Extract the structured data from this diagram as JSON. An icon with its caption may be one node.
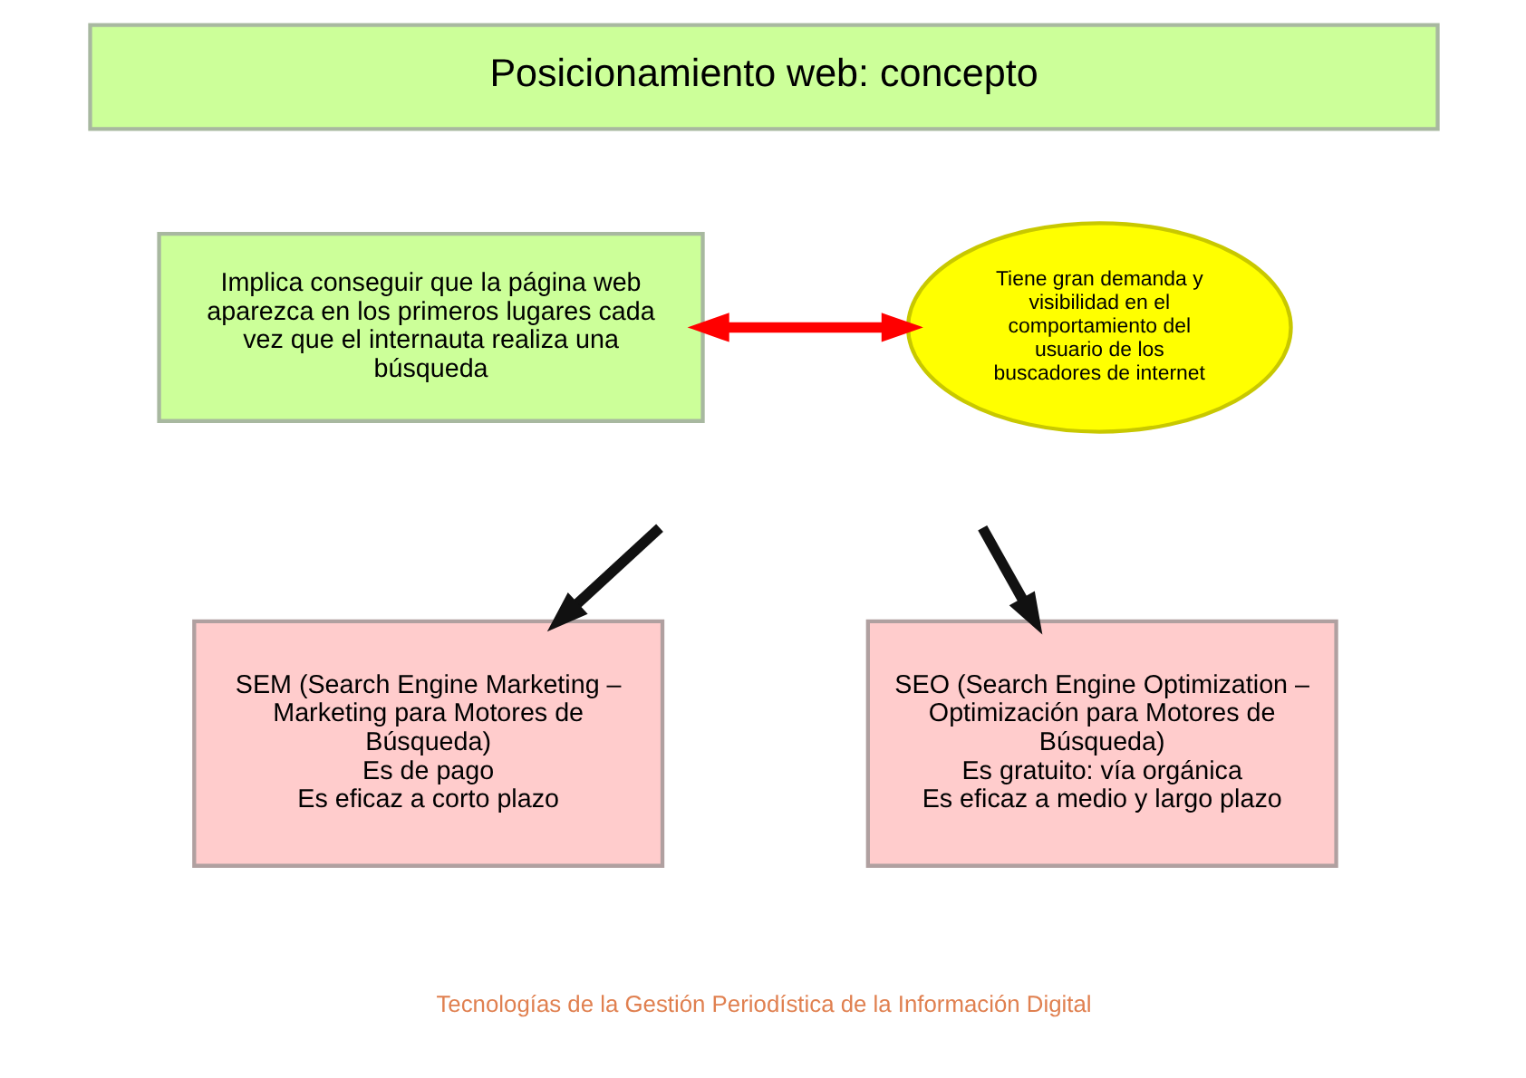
{
  "diagram": {
    "nodes": [
      {
        "text": [
          "Posicionamiento web: concepto"
        ]
      },
      {
        "text": [
          "Implica conseguir que la página web aparezca en los primeros lugares cada vez que el internauta realiza una búsqueda"
        ]
      },
      {
        "text": [
          "Tiene gran demanda y visibilidad en el comportamiento del usuario de los buscadores de internet"
        ]
      },
      {
        "text": [
          "SEM (Search Engine Marketing – Marketing para Motores de Búsqueda)",
          "Es de pago",
          "Es eficaz a corto plazo"
        ]
      },
      {
        "text": [
          "SEO (Search Engine Optimization – Optimización para Motores de Búsqueda)",
          "Es gratuito: vía orgánica",
          "Es eficaz a medio y largo plazo"
        ]
      }
    ],
    "edges": [
      {
        "from": 1,
        "to": 2,
        "arrow": "both",
        "color": "#ff0000"
      },
      {
        "from": null,
        "to": 3,
        "arrow": "to"
      },
      {
        "from": null,
        "to": 4,
        "arrow": "to"
      }
    ],
    "labels": [
      "Tecnologías de la Gestión Periodística de la Información Digital"
    ]
  }
}
